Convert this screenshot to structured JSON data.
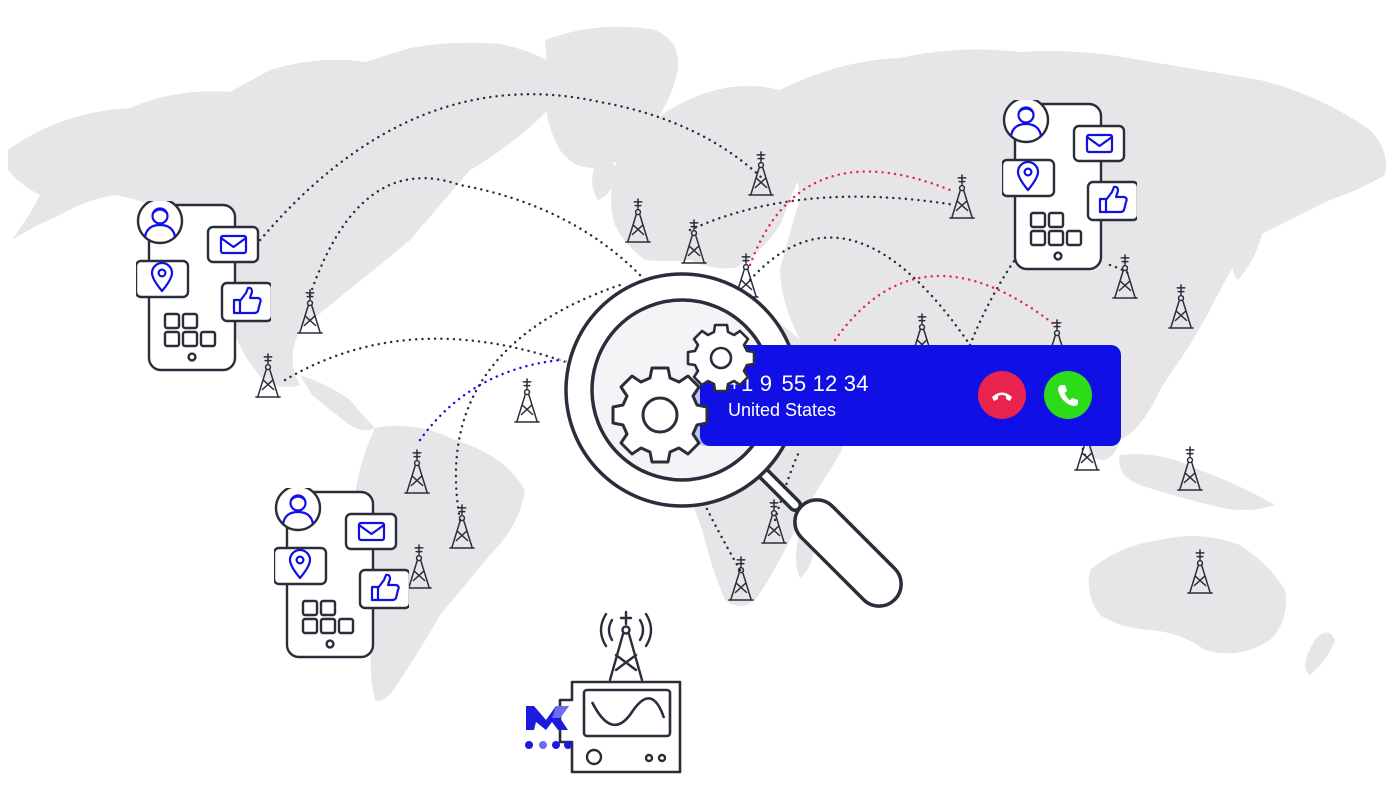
{
  "call": {
    "number": "+1 9  55 12 34",
    "country": "United States"
  },
  "icons": {
    "decline": "phone-hangup-icon",
    "accept": "phone-accept-icon",
    "gear": "gear-icon",
    "magnifier": "magnifying-glass-icon",
    "tower": "cell-tower-icon",
    "phone": "smartphone-icon",
    "mail": "mail-icon",
    "location": "location-pin-icon",
    "like": "thumbs-up-icon",
    "user": "user-avatar-icon",
    "logo": "brand-logo"
  },
  "colors": {
    "map": "#e6e6e8",
    "accent": "#1010e6",
    "decline": "#e8234e",
    "accept": "#2ddc18",
    "route_dark": "#2a2e3a",
    "route_red": "#e8234e",
    "route_blue": "#1010e6",
    "stroke": "#2a2e3a"
  }
}
